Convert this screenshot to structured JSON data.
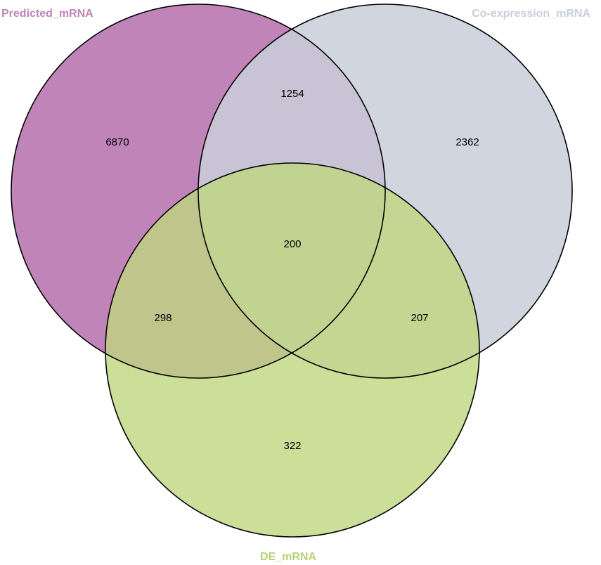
{
  "sets": [
    {
      "id": "predicted",
      "name": "Predicted_mRNA",
      "color": "#c084b9",
      "opacity": 1.0
    },
    {
      "id": "coexpression",
      "name": "Co-expression_mRNA",
      "color": "#c9ced9",
      "opacity": 0.85
    },
    {
      "id": "de",
      "name": "DE_mRNA",
      "color": "#bfd77f",
      "opacity": 0.8
    }
  ],
  "regions": {
    "predicted_only": "6870",
    "coexpression_only": "2362",
    "de_only": "322",
    "predicted_coexpression": "1254",
    "predicted_de": "298",
    "coexpression_de": "207",
    "all_three": "200"
  },
  "label_colors": {
    "predicted": "#c084b9",
    "coexpression": "#c9ced9",
    "de": "#b8d175"
  }
}
